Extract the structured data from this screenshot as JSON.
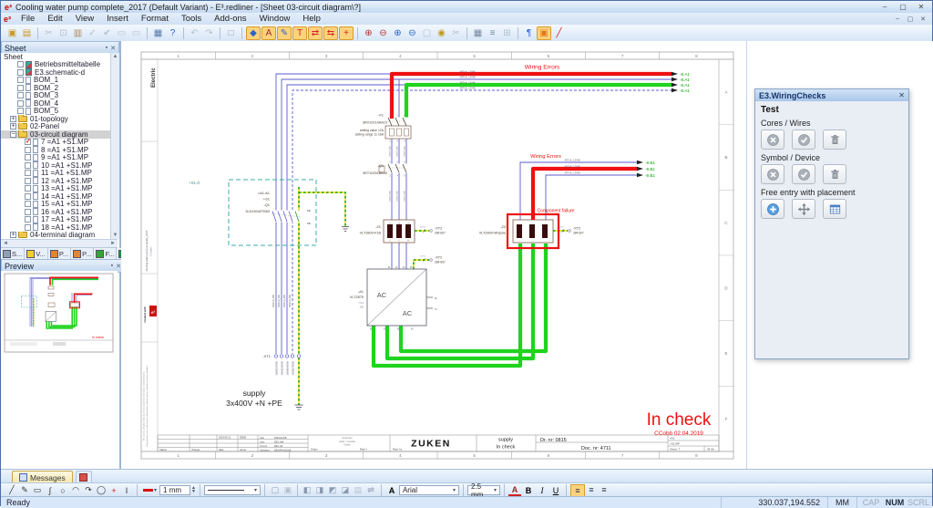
{
  "titlebar": {
    "logo": "e³",
    "title": "Cooling water pump complete_2017 (Default Variant) - E³.redliner - [Sheet 03-circuit diagram\\?]",
    "min": "–",
    "max": "▢",
    "close": "✕"
  },
  "menubar": {
    "items": [
      "File",
      "Edit",
      "View",
      "Insert",
      "Format",
      "Tools",
      "Add-ons",
      "Window",
      "Help"
    ],
    "mdi": [
      "–",
      "▢",
      "✕"
    ]
  },
  "toolbar_top": [
    {
      "n": "open-icon",
      "g": "▣",
      "c": "#c89a28"
    },
    {
      "n": "save-icon",
      "g": "▤",
      "c": "#c89a28"
    },
    {
      "n": "sep"
    },
    {
      "n": "cut-icon",
      "g": "✂",
      "c": "#9fb0c0",
      "d": 1
    },
    {
      "n": "copy-icon",
      "g": "⊡",
      "c": "#9fb0c0",
      "d": 1
    },
    {
      "n": "paste-icon",
      "g": "▥",
      "c": "#b08858"
    },
    {
      "n": "format-painter-icon",
      "g": "✓",
      "c": "#9fb0c0",
      "d": 1
    },
    {
      "n": "spellcheck-icon",
      "g": "✔",
      "c": "#9fb0c0",
      "d": 1
    },
    {
      "n": "frame-icon",
      "g": "▭",
      "c": "#9fb0c0",
      "d": 1
    },
    {
      "n": "frame2-icon",
      "g": "▭",
      "c": "#9fb0c0",
      "d": 1
    },
    {
      "n": "sep"
    },
    {
      "n": "print-icon",
      "g": "▦",
      "c": "#5878a8"
    },
    {
      "n": "help-icon",
      "g": "?",
      "c": "#2a5ad0"
    },
    {
      "n": "sep"
    },
    {
      "n": "undo-icon",
      "g": "↶",
      "c": "#9fb0c0",
      "d": 1
    },
    {
      "n": "redo-icon",
      "g": "↷",
      "c": "#9fb0c0",
      "d": 1
    },
    {
      "n": "sep"
    },
    {
      "n": "new-sheet-icon",
      "g": "□",
      "c": "#8898ac"
    },
    {
      "n": "sep"
    },
    {
      "n": "redline-select-icon",
      "g": "◆",
      "c": "#2a62c8",
      "hl": 1
    },
    {
      "n": "redline-text-icon",
      "g": "A",
      "c": "#a02828",
      "hl": 1
    },
    {
      "n": "redline-draw-icon",
      "g": "✎",
      "c": "#2a62c8",
      "hl": 1
    },
    {
      "n": "redline-t-icon",
      "g": "T",
      "c": "#d42020",
      "hl": 1
    },
    {
      "n": "redline-arrow-icon",
      "g": "⇄",
      "c": "#d42020",
      "hl": 1
    },
    {
      "n": "redline-link-icon",
      "g": "⇆",
      "c": "#d42020",
      "hl": 1
    },
    {
      "n": "redline-move-icon",
      "g": "+",
      "c": "#d42020",
      "hl": 1
    },
    {
      "n": "sep"
    },
    {
      "n": "zoom-in-icon",
      "g": "⊕",
      "c": "#b03030"
    },
    {
      "n": "zoom-out-icon",
      "g": "⊖",
      "c": "#b03030"
    },
    {
      "n": "zoom-fit-icon",
      "g": "⊕",
      "c": "#2a62c8"
    },
    {
      "n": "zoom-prev-icon",
      "g": "⊖",
      "c": "#2a62c8"
    },
    {
      "n": "window-icon",
      "g": "▢",
      "c": "#9fb0c0",
      "d": 1
    },
    {
      "n": "find-icon",
      "g": "◉",
      "c": "#c09a20"
    },
    {
      "n": "trim-icon",
      "g": "✂",
      "c": "#9fb0c0",
      "d": 1
    },
    {
      "n": "sep"
    },
    {
      "n": "grid-icon",
      "g": "▦",
      "c": "#7288a0"
    },
    {
      "n": "layers-icon",
      "g": "≡",
      "c": "#7288a0"
    },
    {
      "n": "group-icon",
      "g": "⊞",
      "c": "#9fb0c0",
      "d": 1
    },
    {
      "n": "sep"
    },
    {
      "n": "paragraph-icon",
      "g": "¶",
      "c": "#2a5ad0"
    },
    {
      "n": "highlight-icon",
      "g": "▣",
      "c": "#e07820",
      "hl": 1
    },
    {
      "n": "redpen-icon",
      "g": "╱",
      "c": "#d42020"
    }
  ],
  "sheet_panel": {
    "title": "Sheet",
    "rows": [
      {
        "l": "Sheet",
        "v": 0,
        "k": "r"
      },
      {
        "l": "Betriebsmitteltabelle",
        "v": 2,
        "k": "d",
        "tbl": 1
      },
      {
        "l": "E3.schematic-d",
        "v": 2,
        "k": "d",
        "tbl": 1
      },
      {
        "l": "BOM_1",
        "v": 2,
        "k": "d"
      },
      {
        "l": "BOM_2",
        "v": 2,
        "k": "d"
      },
      {
        "l": "BOM_3",
        "v": 2,
        "k": "d"
      },
      {
        "l": "BOM_4",
        "v": 2,
        "k": "d"
      },
      {
        "l": "BOM_5",
        "v": 2,
        "k": "d"
      },
      {
        "l": "01-topology",
        "v": 1,
        "k": "f",
        "exp": "+"
      },
      {
        "l": "02-Panel",
        "v": 1,
        "k": "f",
        "exp": "+"
      },
      {
        "l": "03-circuit diagram",
        "v": 1,
        "k": "f",
        "exp": "−",
        "sel": 1
      },
      {
        "l": "7 =A1 +S1.MP",
        "v": 3,
        "k": "d",
        "chk": 1
      },
      {
        "l": "8 =A1 +S1.MP",
        "v": 3,
        "k": "d"
      },
      {
        "l": "9 =A1 +S1.MP",
        "v": 3,
        "k": "d"
      },
      {
        "l": "10 =A1 +S1.MP",
        "v": 3,
        "k": "d"
      },
      {
        "l": "11 =A1 +S1.MP",
        "v": 3,
        "k": "d"
      },
      {
        "l": "12 =A1 +S1.MP",
        "v": 3,
        "k": "d"
      },
      {
        "l": "13 =A1 +S1.MP",
        "v": 3,
        "k": "d"
      },
      {
        "l": "14 =A1 +S1.MP",
        "v": 3,
        "k": "d"
      },
      {
        "l": "15 =A1 +S1.MP",
        "v": 3,
        "k": "d"
      },
      {
        "l": "16 =A1 +S1.MP",
        "v": 3,
        "k": "d"
      },
      {
        "l": "17 =A1 +S1.MP",
        "v": 3,
        "k": "d"
      },
      {
        "l": "18 =A1 +S1.MP",
        "v": 3,
        "k": "d"
      },
      {
        "l": "04-terminal diagram",
        "v": 1,
        "k": "f",
        "exp": "+"
      }
    ],
    "tabs": [
      {
        "label": "S...",
        "color": "#8ea0b4"
      },
      {
        "label": "V...",
        "color": "#f0d02e"
      },
      {
        "label": "P...",
        "color": "#e8832b"
      },
      {
        "label": "P...",
        "color": "#e8832b"
      },
      {
        "label": "F...",
        "color": "#34a534"
      },
      {
        "label": "D...",
        "color": "#1f9048"
      }
    ]
  },
  "preview_panel": {
    "title": "Preview"
  },
  "wiring_checks": {
    "title": "E3.WiringChecks",
    "close": "✕",
    "heading": "Test",
    "sections": [
      "Cores / Wires",
      "Symbol / Device",
      "Free entry with placement"
    ]
  },
  "messages_bar": {
    "tab": "Messages"
  },
  "toolbar_bottom": {
    "tools": [
      {
        "n": "line-tool-icon",
        "g": "╱",
        "c": "#333333"
      },
      {
        "n": "pen-tool-icon",
        "g": "✎",
        "c": "#333333"
      },
      {
        "n": "rect-tool-icon",
        "g": "▭",
        "c": "#333333"
      },
      {
        "n": "spline-tool-icon",
        "g": "∫",
        "c": "#333333"
      },
      {
        "n": "circle-tool-icon",
        "g": "○",
        "c": "#333333"
      },
      {
        "n": "arc-tool-icon",
        "g": "◠",
        "c": "#333333"
      },
      {
        "n": "rotate-arc-tool-icon",
        "g": "↷",
        "c": "#333333"
      },
      {
        "n": "ellipse-tool-icon",
        "g": "◯",
        "c": "#333333"
      },
      {
        "n": "node-tool-icon",
        "g": "+",
        "c": "#cc2020"
      },
      {
        "n": "text-tool-icon",
        "g": "I",
        "c": "#333333"
      }
    ],
    "mid": [
      {
        "n": "select-box-icon",
        "g": "▢",
        "c": "#8a9ab0"
      },
      {
        "n": "copy-graphic-icon",
        "g": "▣",
        "c": "#a8b4c4",
        "d": 1
      },
      {
        "n": "sep"
      },
      {
        "n": "move-icon",
        "g": "◧",
        "c": "#8a9ab0"
      },
      {
        "n": "rotate-icon",
        "g": "◨",
        "c": "#8a9ab0"
      },
      {
        "n": "mirror-icon",
        "g": "◩",
        "c": "#8a9ab0"
      },
      {
        "n": "scale-icon",
        "g": "◪",
        "c": "#8a9ab0"
      },
      {
        "n": "properties-icon",
        "g": "▤",
        "c": "#a8b4c4",
        "d": 1
      },
      {
        "n": "update-icon",
        "g": "⇌",
        "c": "#8a9ab0"
      }
    ],
    "swatch_color": "#dd1111",
    "line_width": "1 mm",
    "font": "Arial",
    "size": "2.5 mm",
    "font_label": "A",
    "color_label": "A",
    "bold": "B",
    "italic": "I",
    "underline": "U",
    "aligns": [
      {
        "n": "align-left-icon",
        "g": "≡",
        "hl": 1
      },
      {
        "n": "align-center-icon",
        "g": "≡"
      },
      {
        "n": "align-right-icon",
        "g": "≡"
      }
    ]
  },
  "statusbar": {
    "ready": "Ready",
    "coordinates": "330.037,194.552",
    "units": "MM",
    "flags": [
      {
        "t": "CAP",
        "on": 0
      },
      {
        "t": "NUM",
        "on": 1
      },
      {
        "t": "SCRL",
        "on": 0
      }
    ]
  },
  "schematic": {
    "columns": [
      "1",
      "2",
      "3",
      "4",
      "5",
      "6",
      "7",
      "8"
    ],
    "rows": [
      "A",
      "B",
      "C",
      "D",
      "E",
      "F"
    ],
    "margin": {
      "electric": "Electric",
      "project": "Cooling water pump complete_2017",
      "path": "C:\\Users\\...",
      "created": "created with",
      "logo": "e³",
      "disc1": "We reserve all rights in this document and in the information contained therein.",
      "disc2": "Reproduction, use or disclosure to third parties without express authority is strictly forbidden."
    },
    "notes": {
      "wiring_errors": "Wiring Errors",
      "component_failure": "Component failure",
      "in_check": "In check",
      "signature": "CCobb 02.04.2019"
    },
    "supply": {
      "line1": "supply",
      "line2": "3x400V +N +PE"
    },
    "group": "+S1.G",
    "pe": "PE",
    "gnye": "Gn/Ye",
    "wire_label": "48TxK_13/4B",
    "wire_label_vert": "630mH_Blb",
    "dest_top": "-8.A1",
    "dest_mid": "-9.B1",
    "f1": {
      "ref": "-F1",
      "type": "3RV10214AA10",
      "set1": "setting value 12A",
      "set2": "setting range 11-16A",
      "t1": "1",
      "t2": "2",
      "t3": "3",
      "t4": "4",
      "t5": "5",
      "t6": "6"
    },
    "q1": {
      "ref": "-Q1",
      "type": "3RT10251BB40"
    },
    "z1": {
      "ref": "-Z1",
      "type": "VLT2800-F1B",
      "l1": "L1",
      "l2": "L2",
      "l3": "L3",
      "u": "U",
      "v": "V",
      "w": "W"
    },
    "z2": {
      "ref": "-Z2",
      "type": "VLT2800-MSpule"
    },
    "a1": {
      "ref": "-A1",
      "type": "VLT2875",
      "ac": "AC",
      "sub1": "-T1.2",
      "sub2": "A30",
      "t91": "91",
      "t92": "92",
      "t93": "93",
      "t95": "95",
      "t96": "96",
      "t97": "97",
      "t98": "98",
      "t99": "99",
      "t81": "81",
      "t82": "82"
    },
    "sw": {
      "l1": "=A1.A1",
      "l2": "+S1",
      "l3": "-Q1",
      "type": "3LD15040TB53"
    },
    "xt1": {
      "ref": "-XT1",
      "w1": "1608620000",
      "w2": "1608630000",
      "w3": "1608660000",
      "w4": "1608670000"
    },
    "xt2": {
      "ref": "-XT2",
      "num": "284-607"
    },
    "title_block": {
      "status": "Status",
      "change": "change",
      "date": "date",
      "name": "name",
      "date2": "2019-05-11",
      "name2": "ZENB",
      "user": "User",
      "proved": "Proved",
      "standard": "Standard",
      "date_val": "2019-03-08",
      "user_val": "ZE3. AW",
      "proved_val": "ZE3. A3",
      "standard_val": "DIN 876 613-66",
      "customer": "customer",
      "order_no": "order / number",
      "order": "Order",
      "origin": "Origin",
      "repl_f": "Repl. f.",
      "repl_by": "Repl. by",
      "zuken": "ZUKEN",
      "supply": "supply",
      "in_check": "In check",
      "dr": "Dr. nr: 0815",
      "doc": "Doc. nr: 4711",
      "loc1": "=A1",
      "loc2": "+S1.MP",
      "sheet": "Sheet: 7",
      "of": "34 Sh."
    }
  }
}
